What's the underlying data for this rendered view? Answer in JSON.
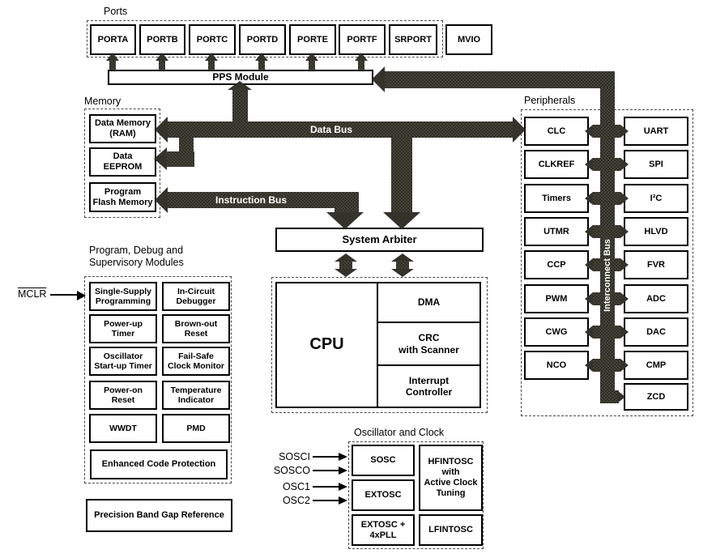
{
  "colors": {
    "bus_fill": "#2f2e26",
    "bus_texture_light": "#45443a",
    "ink": "#000000",
    "bus_text": "#ffffff"
  },
  "ports": {
    "label": "Ports",
    "items": [
      "PORTA",
      "PORTB",
      "PORTC",
      "PORTD",
      "PORTE",
      "PORTF",
      "SRPORT"
    ],
    "mvio": "MVIO"
  },
  "pps": {
    "label": "PPS Module"
  },
  "memory": {
    "label": "Memory",
    "items": [
      "Data Memory\n(RAM)",
      "Data\nEEPROM",
      "Program\nFlash Memory"
    ]
  },
  "buses": {
    "data": "Data Bus",
    "instruction": "Instruction Bus",
    "interconnect": "Interconnect Bus"
  },
  "arbiter": {
    "label": "System Arbiter"
  },
  "cpu": {
    "label": "CPU",
    "cells": [
      "DMA",
      "CRC\nwith Scanner",
      "Interrupt\nController"
    ]
  },
  "peripherals": {
    "label": "Peripherals",
    "left": [
      "CLC",
      "CLKREF",
      "Timers",
      "UTMR",
      "CCP",
      "PWM",
      "CWG",
      "NCO"
    ],
    "right": [
      "UART",
      "SPI",
      "I²C",
      "HLVD",
      "FVR",
      "ADC",
      "DAC",
      "CMP",
      "ZCD"
    ]
  },
  "pdsm": {
    "label": "Program, Debug and\nSupervisory Modules",
    "cells": [
      "Single-Supply\nProgramming",
      "In-Circuit\nDebugger",
      "Power-up\nTimer",
      "Brown-out\nReset",
      "Oscillator\nStart-up Timer",
      "Fail-Safe\nClock Monitor",
      "Power-on\nReset",
      "Temperature\nIndicator",
      "WWDT",
      "PMD"
    ],
    "wide": "Enhanced Code Protection"
  },
  "band_gap": {
    "label": "Precision Band Gap Reference"
  },
  "mclr": {
    "label": "MCLR"
  },
  "osc": {
    "label": "Oscillator and Clock",
    "left": [
      "SOSC",
      "EXTOSC",
      "EXTOSC +\n4xPLL"
    ],
    "right": [
      "HFINTOSC\nwith\nActive Clock\nTuning",
      "LFINTOSC"
    ],
    "pins": [
      "SOSCI",
      "SOSCO",
      "OSC1",
      "OSC2"
    ]
  }
}
